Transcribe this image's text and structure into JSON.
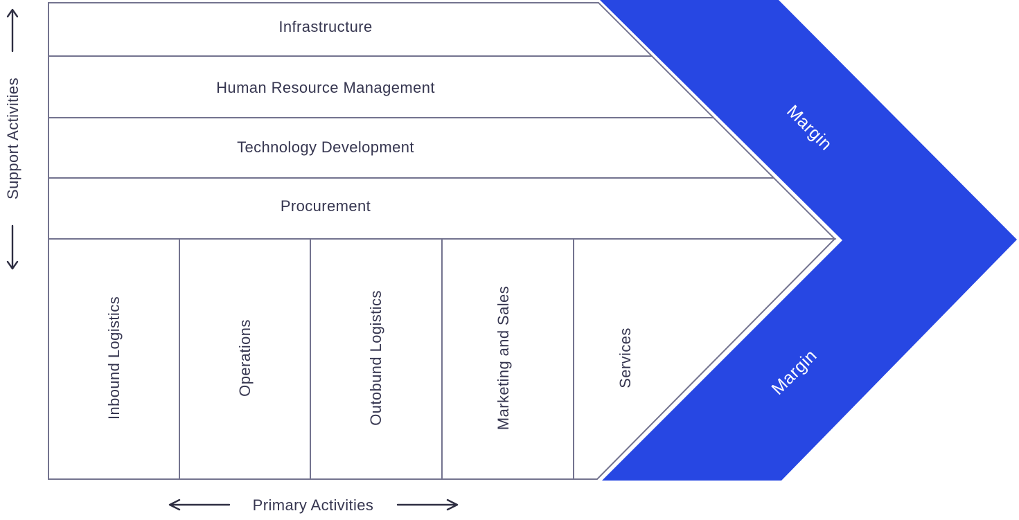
{
  "colors": {
    "accent_blue": "#2747e3",
    "border_slate": "#73738f",
    "text_dark": "#363650",
    "arrow_dark": "#2e2e42",
    "margin_text": "#ffffff",
    "background": "#ffffff"
  },
  "support_axis": {
    "label": "Support Activities"
  },
  "primary_axis": {
    "label": "Primary Activities"
  },
  "support_rows": [
    {
      "label": "Infrastructure"
    },
    {
      "label": "Human Resource Management"
    },
    {
      "label": "Technology Development"
    },
    {
      "label": "Procurement"
    }
  ],
  "primary_columns": [
    {
      "label": "Inbound Logistics"
    },
    {
      "label": "Operations"
    },
    {
      "label": "Outobund Logistics"
    },
    {
      "label": "Marketing and Sales"
    },
    {
      "label": "Services"
    }
  ],
  "margin": {
    "top": "Margin",
    "bottom": "Margin"
  },
  "icons": {
    "support_axis": [
      "arrow-up-icon",
      "arrow-down-icon"
    ],
    "primary_axis": [
      "arrow-left-icon",
      "arrow-right-icon"
    ]
  }
}
